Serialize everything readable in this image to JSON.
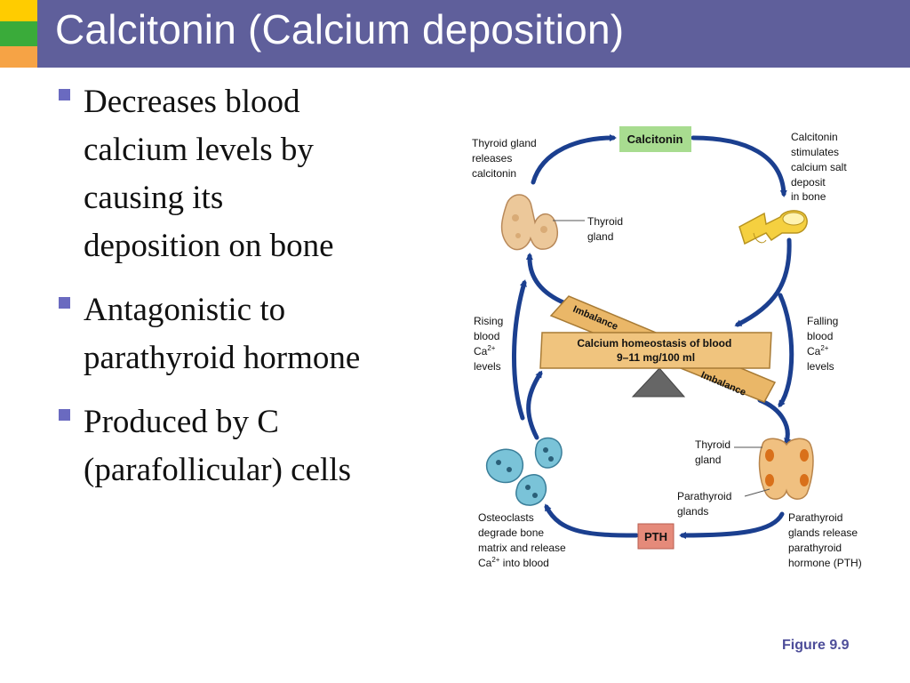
{
  "slide": {
    "title": "Calcitonin (Calcium deposition)",
    "bullets": [
      {
        "lines": [
          "Decreases blood",
          "calcium levels by",
          "causing its",
          "deposition on bone"
        ]
      },
      {
        "lines": [
          "Antagonistic to",
          "parathyroid hormone"
        ]
      },
      {
        "lines": [
          "Produced by C",
          "(parafollicular) cells"
        ]
      }
    ],
    "figure_caption": "Figure 9.9"
  },
  "diagram": {
    "calcitonin_label": "Calcitonin",
    "pth_label": "PTH",
    "thyroid_releases": [
      "Thyroid gland",
      "releases",
      "calcitonin"
    ],
    "thyroid_gland_top": [
      "Thyroid",
      "gland"
    ],
    "calcitonin_stimulates": [
      "Calcitonin",
      "stimulates",
      "calcium salt",
      "deposit",
      "in bone"
    ],
    "rising": {
      "l1": "Rising",
      "l2": "blood",
      "ca": "Ca",
      "sup": "2+",
      "l4": "levels"
    },
    "falling": {
      "l1": "Falling",
      "l2": "blood",
      "ca": "Ca",
      "sup": "2+",
      "l4": "levels"
    },
    "imbalance_top": "Imbalance",
    "imbalance_bottom": "Imbalance",
    "homeostasis": [
      "Calcium homeostasis of blood",
      "9–11 mg/100 ml"
    ],
    "thyroid_gland_bottom": [
      "Thyroid",
      "gland"
    ],
    "parathyroid_glands": [
      "Parathyroid",
      "glands"
    ],
    "parathyroid_release": [
      "Parathyroid",
      "glands release",
      "parathyroid",
      "hormone (PTH)"
    ],
    "osteoclasts": {
      "l1": "Osteoclasts",
      "l2": "degrade bone",
      "l3": "matrix and release",
      "ca": "Ca",
      "sup": "2+",
      "tail": " into blood"
    }
  },
  "colors": {
    "title_bar": "#5f5f9b",
    "bullet_marker": "#6a6ac0",
    "arrow": "#1b3f8f",
    "calcitonin_box": "#a8dc90",
    "pth_box": "#e58a7a",
    "board": "#f0c47e",
    "caption": "#4d4d99"
  }
}
